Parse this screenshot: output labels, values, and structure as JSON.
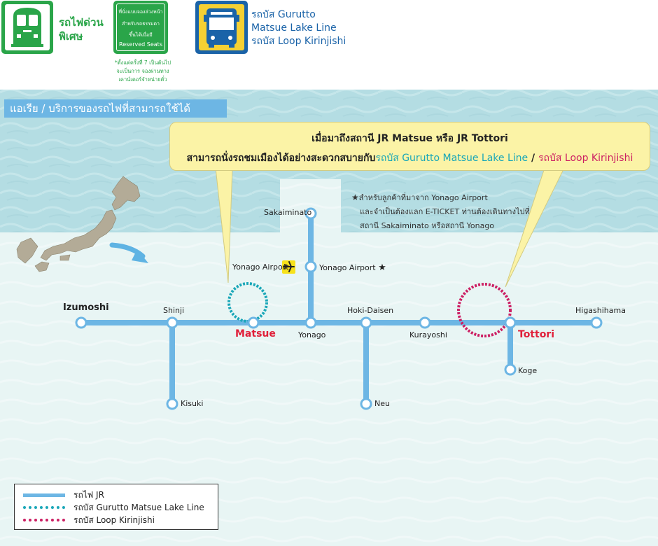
{
  "header": {
    "limited_express": {
      "label_line1": "รถไฟด่วน",
      "label_line2": "พิเศษ",
      "icon": "train-icon"
    },
    "reserved_seats": {
      "sign_line1": "ที่นั่งแบบจองล่วงหน้า",
      "sign_line2": "สำหรับรถธรรมดา",
      "sign_line3": "ขึ้นได้เมื่อมี",
      "sign_en": "Reserved Seats",
      "note_line1": "*ตั้งแต่ครั้งที่ 7 เป็นต้นไป",
      "note_line2": "จะเป็นการ จองผ่านทาง",
      "note_line3": "เคาน์เตอร์จำหน่ายตั๋ว"
    },
    "bus": {
      "icon": "bus-icon",
      "line1": "รถบัส Gurutto",
      "line2": "Matsue Lake Line",
      "line3": "รถบัส Loop Kirinjishi"
    }
  },
  "area_title": "แอเรีย / บริการของรถไฟที่สามารถใช้ได้",
  "callout": {
    "line1": "เมื่อมาถึงสถานี JR Matsue หรือ JR Tottori",
    "line2_prefix": "สามารถนั่งรถชมเมืองได้อย่างสะดวกสบายกับ",
    "line2_bus1": "รถบัส Gurutto Matsue Lake Line",
    "line2_sep": " / ",
    "line2_bus2": "รถบัส Loop Kirinjishi"
  },
  "note": {
    "star": "★",
    "line1": "สำหรับลูกค้าที่มาจาก Yonago Airport",
    "line2": "และจำเป็นต้องแลก E-TICKET ท่านต้องเดินทางไปที่",
    "line3": "สถานี Sakaiminato หรือสถานี Yonago"
  },
  "stations": {
    "izumoshi": "Izumoshi",
    "shinji": "Shinji",
    "kisuki": "Kisuki",
    "matsue": "Matsue",
    "yonago": "Yonago",
    "yonago_airport_left": "Yonago Airport",
    "yonago_airport_right": "Yonago Airport",
    "airport_star": "★",
    "sakaiminato": "Sakaiminato",
    "hoki_daisen": "Hoki-Daisen",
    "neu": "Neu",
    "kurayoshi": "Kurayoshi",
    "tottori": "Tottori",
    "koge": "Koge",
    "higashihama": "Higashihama"
  },
  "legend": {
    "jr": "รถไฟ JR",
    "gurutto": "รถบัส Gurutto Matsue Lake Line",
    "loop": "รถบัส Loop Kirinjishi"
  },
  "colors": {
    "green": "#2aa549",
    "bus_blue": "#1a63a8",
    "bus_yellow": "#f5d033",
    "jr_line": "#6db6e4",
    "gurutto": "#1aa7b8",
    "loop": "#cc1f63",
    "station_red": "#e0203a",
    "sea": "#b4dde3",
    "land": "#e8f5f4",
    "callout": "#fbf3a6"
  }
}
